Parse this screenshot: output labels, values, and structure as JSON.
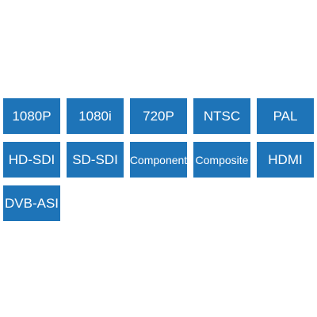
{
  "tiles": [
    {
      "label": "1080P"
    },
    {
      "label": "1080i"
    },
    {
      "label": "720P"
    },
    {
      "label": "NTSC"
    },
    {
      "label": "PAL"
    },
    {
      "label": "HD-SDI"
    },
    {
      "label": "SD-SDI"
    },
    {
      "label": "Component"
    },
    {
      "label": "Composite"
    },
    {
      "label": "HDMI"
    },
    {
      "label": "DVB-ASI"
    }
  ],
  "colors": {
    "tile_background": "#1e74b8",
    "tile_text": "#ffffff",
    "page_background": "#ffffff"
  }
}
